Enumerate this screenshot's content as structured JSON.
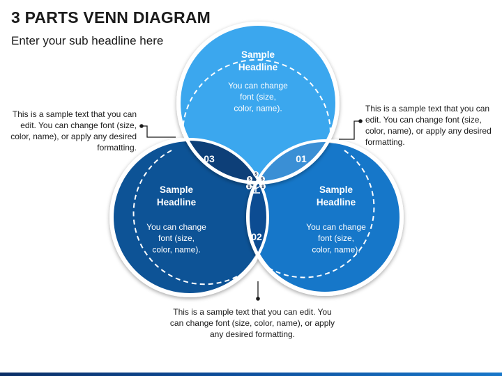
{
  "header": {
    "title": "3 PARTS VENN DIAGRAM",
    "subtitle": "Enter your sub headline here"
  },
  "circles": {
    "top": {
      "headline": "Sample\nHeadline",
      "body": "You can change\nfont (size,\ncolor, name).",
      "color": "#3aa7ee"
    },
    "left": {
      "headline": "Sample\nHeadline",
      "body": "You can change\nfont (size,\ncolor, name).",
      "color": "#0e5296"
    },
    "right": {
      "headline": "Sample\nHeadline",
      "body": "You can change\nfont (size,\ncolor, name).",
      "color": "#1877c9"
    }
  },
  "overlaps": {
    "top_right": {
      "label": "01",
      "color": "#3a8fd5"
    },
    "left_right": {
      "label": "02",
      "color": "#0c4c92"
    },
    "top_left": {
      "label": "03",
      "color": "#0d3f78"
    },
    "center": {
      "icon": "money-tree-icon",
      "color": "#0b2045"
    }
  },
  "notes": {
    "left": "This is a sample text that you can edit. You can change font (size, color, name), or apply any desired formatting.",
    "right": "This is a sample text that you can edit. You can change font (size, color, name), or apply any desired formatting.",
    "bottom": "This is a sample text that you can edit. You can change font (size, color, name), or apply any desired formatting."
  }
}
